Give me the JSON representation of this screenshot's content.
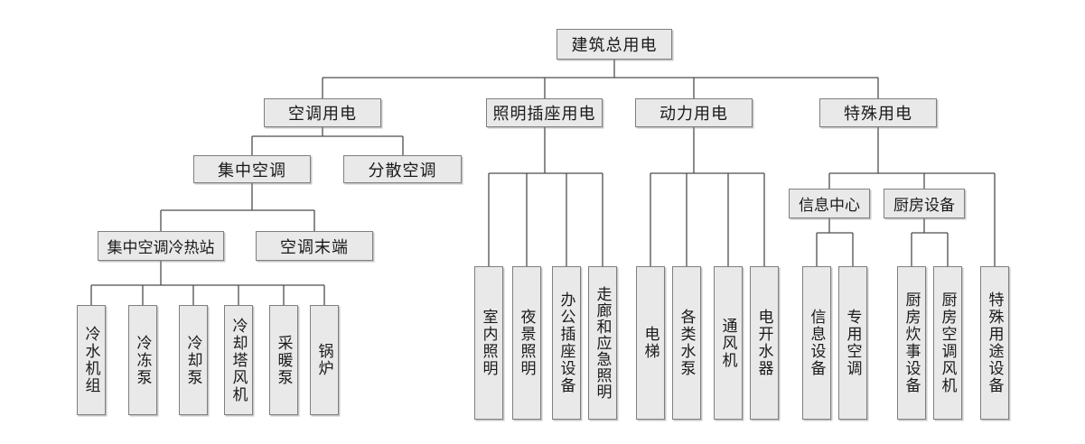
{
  "diagram": {
    "title": "建筑总用电",
    "type": "tree",
    "colors": {
      "box_fill": "#E9E9E9",
      "box_border": "#7F7F7F",
      "line": "#4D4D4D",
      "text": "#1A1A1A",
      "background": "#FFFFFF"
    },
    "nodes": {
      "root": "建筑总用电",
      "hvac": "空调用电",
      "lighting": "照明插座用电",
      "power": "动力用电",
      "special": "特殊用电",
      "central_ac": "集中空调",
      "dispersed_ac": "分散空调",
      "plant": "集中空调冷热站",
      "ac_terminal": "空调末端",
      "info_center": "信息中心",
      "kitchen": "厨房设备",
      "chiller": "冷水机组",
      "chilled_pump": "冷冻泵",
      "cooling_pump": "冷却泵",
      "cooling_tower_fan": "冷却塔风机",
      "heating_pump": "采暖泵",
      "boiler": "锅炉",
      "indoor_lighting": "室内照明",
      "night_lighting": "夜景照明",
      "office_socket": "办公插座设备",
      "corridor_emergency": "走廊和应急照明",
      "elevator": "电梯",
      "water_pumps": "各类水泵",
      "ventilation_fan": "通风机",
      "water_heater": "电开水器",
      "info_equipment": "信息设备",
      "dedicated_ac": "专用空调",
      "kitchen_cooking": "厨房炊事设备",
      "kitchen_ac_fan": "厨房空调风机",
      "special_purpose": "特殊用途设备"
    },
    "hierarchy": {
      "root": [
        "hvac",
        "lighting",
        "power",
        "special"
      ],
      "hvac": [
        "central_ac",
        "dispersed_ac"
      ],
      "central_ac": [
        "plant",
        "ac_terminal"
      ],
      "plant": [
        "chiller",
        "chilled_pump",
        "cooling_pump",
        "cooling_tower_fan",
        "heating_pump",
        "boiler"
      ],
      "lighting": [
        "indoor_lighting",
        "night_lighting",
        "office_socket",
        "corridor_emergency"
      ],
      "power": [
        "elevator",
        "water_pumps",
        "ventilation_fan",
        "water_heater"
      ],
      "special": [
        "info_center",
        "kitchen",
        "special_purpose"
      ],
      "info_center": [
        "info_equipment",
        "dedicated_ac"
      ],
      "kitchen": [
        "kitchen_cooking",
        "kitchen_ac_fan"
      ]
    }
  }
}
